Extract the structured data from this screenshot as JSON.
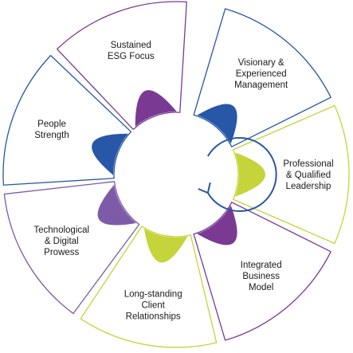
{
  "diagram": {
    "colors": {
      "blue": "#2757A6",
      "lime": "#C4D43A",
      "purple": "#7A3A94",
      "violet": "#7E5BA8",
      "cycle_arrow": "#2757A6"
    },
    "petals": [
      {
        "id": "visionary",
        "lines": [
          "Visionary &",
          "Experienced",
          "Management"
        ],
        "color": "blue"
      },
      {
        "id": "professional",
        "lines": [
          "Professional",
          "& Qualified",
          "Leadership"
        ],
        "color": "lime"
      },
      {
        "id": "integrated",
        "lines": [
          "Integrated",
          "Business",
          "Model"
        ],
        "color": "purple"
      },
      {
        "id": "client",
        "lines": [
          "Long-standing",
          "Client",
          "Relationships"
        ],
        "color": "lime"
      },
      {
        "id": "technological",
        "lines": [
          "Technological",
          "& Digital",
          "Prowess"
        ],
        "color": "violet"
      },
      {
        "id": "people",
        "lines": [
          "People",
          "Strength"
        ],
        "color": "blue"
      },
      {
        "id": "esg",
        "lines": [
          "Sustained",
          "ESG Focus"
        ],
        "color": "purple"
      }
    ],
    "center_icon": "cycle-arrow-icon"
  }
}
